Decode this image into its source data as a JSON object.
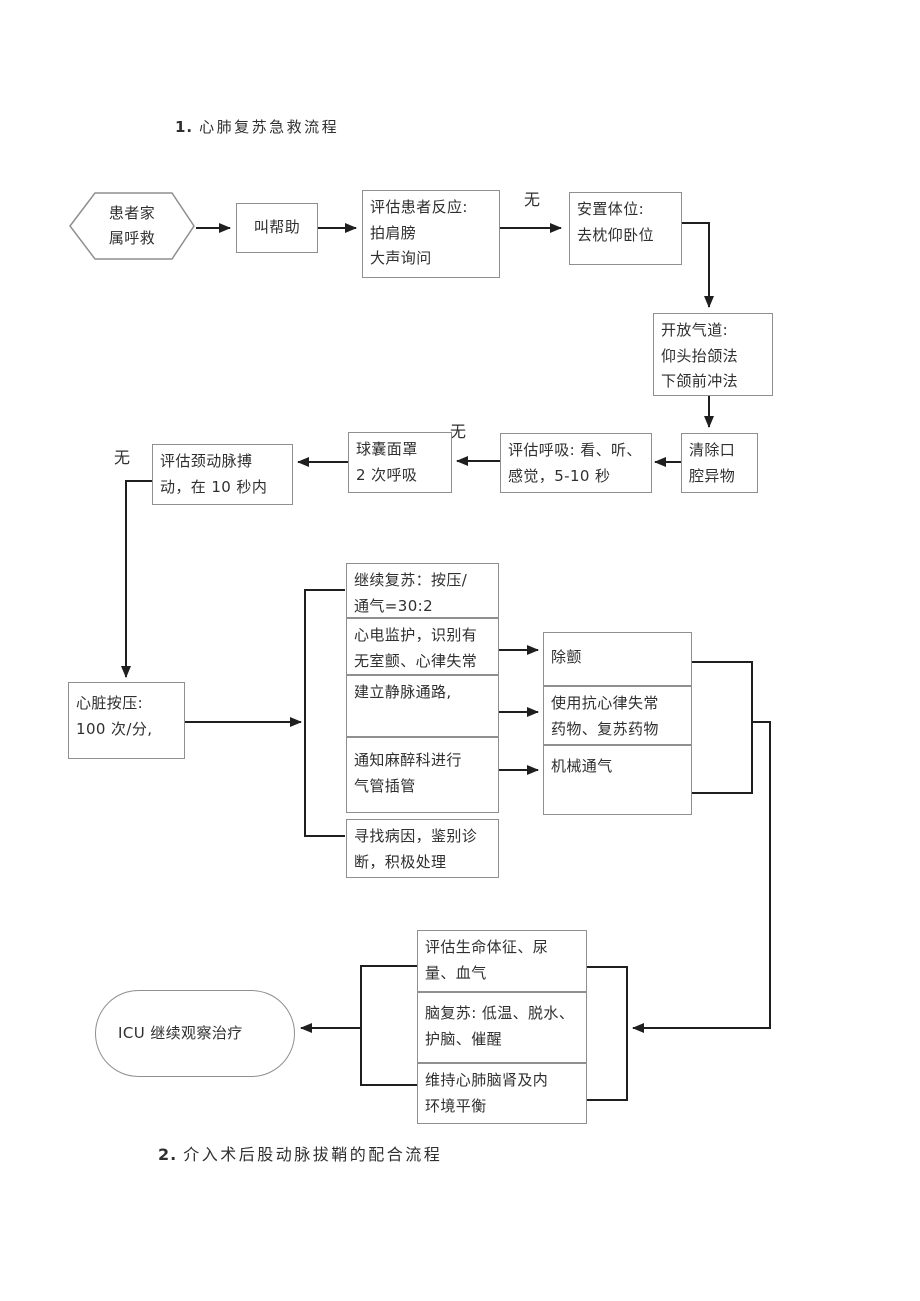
{
  "document": {
    "section1": {
      "number": "1.",
      "title": "心肺复苏急救流程"
    },
    "section2": {
      "number": "2.",
      "title": "介入术后股动脉拔鞘的配合流程"
    }
  },
  "flowchart": {
    "nodes": {
      "family_call": "患者家\n属呼救",
      "call_help": "叫帮助",
      "assess_response": "评估患者反应:\n拍肩膀\n大声询问",
      "place_position": "安置体位:\n去枕仰卧位",
      "open_airway": "开放气道:\n仰头抬颌法\n下颌前冲法",
      "clear_mouth": "清除口\n腔异物",
      "assess_breathing": "评估呼吸: 看、听、\n感觉，5-10 秒",
      "bag_mask": "球囊面罩\n2 次呼吸",
      "assess_pulse": "评估颈动脉搏\n动，在 10 秒内",
      "chest_compression": "心脏按压:\n100 次/分,",
      "continue_cpr": "继续复苏：按压/\n通气=30:2",
      "ecg_monitor": "心电监护，识别有\n无室颤、心律失常",
      "iv_access": "建立静脉通路,",
      "intubation": "通知麻醉科进行\n气管插管",
      "find_cause": "寻找病因，鉴别诊\n断，积极处理",
      "defibrillation": "除颤",
      "antiarrhythmic_drugs": "使用抗心律失常\n药物、复苏药物",
      "mechanical_ventilation": "机械通气",
      "assess_vitals": "评估生命体征、尿\n量、血气",
      "brain_resuscitation": "脑复苏: 低温、脱水、\n护脑、催醒",
      "maintain_balance": "维持心肺脑肾及内\n环境平衡",
      "icu": "ICU 继续观察治疗"
    },
    "edge_labels": {
      "no_response": "无",
      "no_breathing": "无",
      "no_pulse": "无"
    }
  },
  "colors": {
    "line": "#1f1f1f",
    "box_border": "#8f8f8f",
    "text": "#2f2f2f",
    "background": "#ffffff"
  }
}
